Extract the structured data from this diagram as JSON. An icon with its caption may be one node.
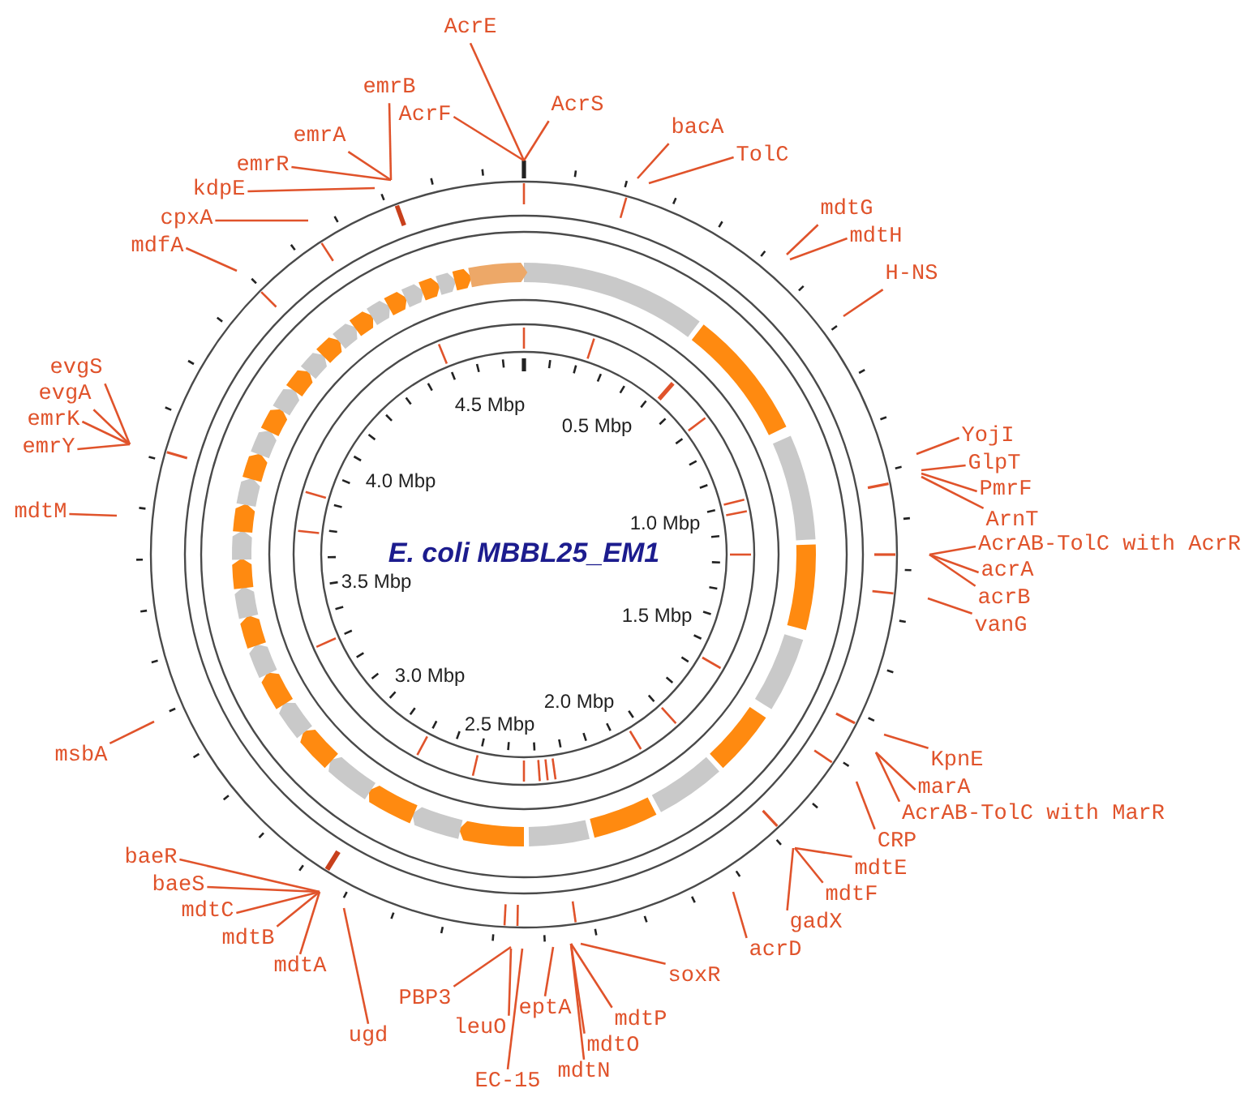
{
  "diagram": {
    "title": "E. coli MBBL25_EM1",
    "nodes": [
      {
        "text": [
          "AcrE"
        ]
      },
      {
        "text": [
          "emrB"
        ]
      },
      {
        "text": [
          "AcrS"
        ]
      },
      {
        "text": [
          "AcrF"
        ]
      },
      {
        "text": [
          "bacA"
        ]
      },
      {
        "text": [
          "emrA"
        ]
      },
      {
        "text": [
          "TolC"
        ]
      },
      {
        "text": [
          "emrR"
        ]
      },
      {
        "text": [
          "kdpE"
        ]
      },
      {
        "text": [
          "mdtG"
        ]
      },
      {
        "text": [
          "cpxA"
        ]
      },
      {
        "text": [
          "mdtH"
        ]
      },
      {
        "text": [
          "mdfA"
        ]
      },
      {
        "text": [
          "H-NS"
        ]
      },
      {
        "text": [
          "evgS"
        ]
      },
      {
        "text": [
          "evgA"
        ]
      },
      {
        "text": [
          "emrK"
        ]
      },
      {
        "text": [
          "YojI"
        ]
      },
      {
        "text": [
          "emrY"
        ]
      },
      {
        "text": [
          "GlpT"
        ]
      },
      {
        "text": [
          "PmrF"
        ]
      },
      {
        "text": [
          "mdtM"
        ]
      },
      {
        "text": [
          "ArnT"
        ]
      },
      {
        "text": [
          "AcrAB-TolC with AcrR"
        ]
      },
      {
        "text": [
          "acrA"
        ]
      },
      {
        "text": [
          "acrB"
        ]
      },
      {
        "text": [
          "vanG"
        ]
      },
      {
        "text": [
          "msbA"
        ]
      },
      {
        "text": [
          "KpnE"
        ]
      },
      {
        "text": [
          "marA"
        ]
      },
      {
        "text": [
          "AcrAB-TolC with MarR"
        ]
      },
      {
        "text": [
          "CRP"
        ]
      },
      {
        "text": [
          "baeR"
        ]
      },
      {
        "text": [
          "mdtE"
        ]
      },
      {
        "text": [
          "baeS"
        ]
      },
      {
        "text": [
          "mdtF"
        ]
      },
      {
        "text": [
          "mdtC"
        ]
      },
      {
        "text": [
          "gadX"
        ]
      },
      {
        "text": [
          "mdtB"
        ]
      },
      {
        "text": [
          "acrD"
        ]
      },
      {
        "text": [
          "mdtA"
        ]
      },
      {
        "text": [
          "soxR"
        ]
      },
      {
        "text": [
          "PBP3"
        ]
      },
      {
        "text": [
          "eptA"
        ]
      },
      {
        "text": [
          "mdtP"
        ]
      },
      {
        "text": [
          "leuO"
        ]
      },
      {
        "text": [
          "ugd"
        ]
      },
      {
        "text": [
          "mdtO"
        ]
      },
      {
        "text": [
          "mdtN"
        ]
      },
      {
        "text": [
          "EC-15"
        ]
      }
    ],
    "edges": [
      {
        "from": 0,
        "to": null,
        "arrow": "none"
      },
      {
        "from": 1,
        "to": null,
        "arrow": "none"
      },
      {
        "from": 2,
        "to": null,
        "arrow": "none"
      },
      {
        "from": 3,
        "to": null,
        "arrow": "none"
      },
      {
        "from": 4,
        "to": null,
        "arrow": "none"
      },
      {
        "from": 5,
        "to": null,
        "arrow": "none"
      },
      {
        "from": 6,
        "to": null,
        "arrow": "none"
      },
      {
        "from": 7,
        "to": null,
        "arrow": "none"
      },
      {
        "from": 8,
        "to": null,
        "arrow": "none"
      },
      {
        "from": 9,
        "to": null,
        "arrow": "none"
      },
      {
        "from": 10,
        "to": null,
        "arrow": "none"
      },
      {
        "from": 11,
        "to": null,
        "arrow": "none"
      },
      {
        "from": 12,
        "to": null,
        "arrow": "none"
      },
      {
        "from": 13,
        "to": null,
        "arrow": "none"
      },
      {
        "from": 14,
        "to": null,
        "arrow": "none"
      },
      {
        "from": 15,
        "to": null,
        "arrow": "none"
      },
      {
        "from": 16,
        "to": null,
        "arrow": "none"
      },
      {
        "from": 17,
        "to": null,
        "arrow": "none"
      },
      {
        "from": 18,
        "to": null,
        "arrow": "none"
      },
      {
        "from": 19,
        "to": null,
        "arrow": "none"
      },
      {
        "from": 20,
        "to": null,
        "arrow": "none"
      },
      {
        "from": 21,
        "to": null,
        "arrow": "none"
      },
      {
        "from": 22,
        "to": null,
        "arrow": "none"
      },
      {
        "from": 23,
        "to": null,
        "arrow": "none"
      },
      {
        "from": 24,
        "to": null,
        "arrow": "none"
      },
      {
        "from": 25,
        "to": null,
        "arrow": "none"
      },
      {
        "from": 26,
        "to": null,
        "arrow": "none"
      },
      {
        "from": 27,
        "to": null,
        "arrow": "none"
      },
      {
        "from": 28,
        "to": null,
        "arrow": "none"
      },
      {
        "from": 29,
        "to": null,
        "arrow": "none"
      },
      {
        "from": 30,
        "to": null,
        "arrow": "none"
      },
      {
        "from": 31,
        "to": null,
        "arrow": "none"
      },
      {
        "from": 32,
        "to": null,
        "arrow": "none"
      },
      {
        "from": 33,
        "to": null,
        "arrow": "none"
      },
      {
        "from": 34,
        "to": null,
        "arrow": "none"
      },
      {
        "from": 35,
        "to": null,
        "arrow": "none"
      },
      {
        "from": 36,
        "to": null,
        "arrow": "none"
      },
      {
        "from": 37,
        "to": null,
        "arrow": "none"
      },
      {
        "from": 38,
        "to": null,
        "arrow": "none"
      },
      {
        "from": 39,
        "to": null,
        "arrow": "none"
      },
      {
        "from": 40,
        "to": null,
        "arrow": "none"
      },
      {
        "from": 41,
        "to": null,
        "arrow": "none"
      },
      {
        "from": 42,
        "to": null,
        "arrow": "none"
      },
      {
        "from": 43,
        "to": null,
        "arrow": "none"
      },
      {
        "from": 44,
        "to": null,
        "arrow": "none"
      },
      {
        "from": 45,
        "to": null,
        "arrow": "none"
      },
      {
        "from": 46,
        "to": null,
        "arrow": "none"
      },
      {
        "from": 47,
        "to": null,
        "arrow": "none"
      },
      {
        "from": 48,
        "to": null,
        "arrow": "none"
      },
      {
        "from": 49,
        "to": null,
        "arrow": "none"
      }
    ],
    "labels": [
      "4.5 Mbp",
      "0.5 Mbp",
      "4.0 Mbp",
      "1.0 Mbp",
      "3.5 Mbp",
      "1.5 Mbp",
      "3.0 Mbp",
      "2.0 Mbp",
      "2.5 Mbp"
    ]
  }
}
